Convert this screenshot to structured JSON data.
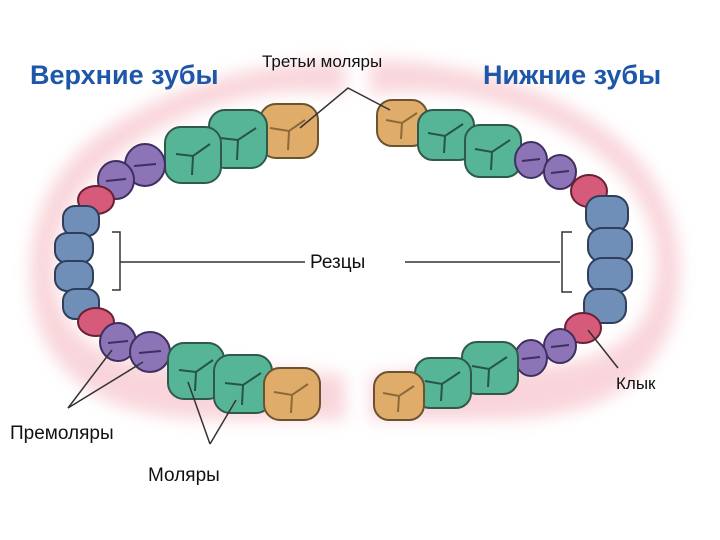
{
  "labels": {
    "upper_title": "Верхние зубы",
    "lower_title": "Нижние зубы",
    "third_molars": "Третьи моляры",
    "incisors": "Резцы",
    "canine": "Клык",
    "premolars": "Премоляры",
    "molars": "Моляры"
  },
  "colors": {
    "title": "#1f57a8",
    "incisor": "#6f8fb8",
    "canine": "#d65a7a",
    "premolar": "#8a72b3",
    "molar": "#4fae8f",
    "third_molar": "#d9a25c",
    "gum": "#f7cdd3"
  }
}
